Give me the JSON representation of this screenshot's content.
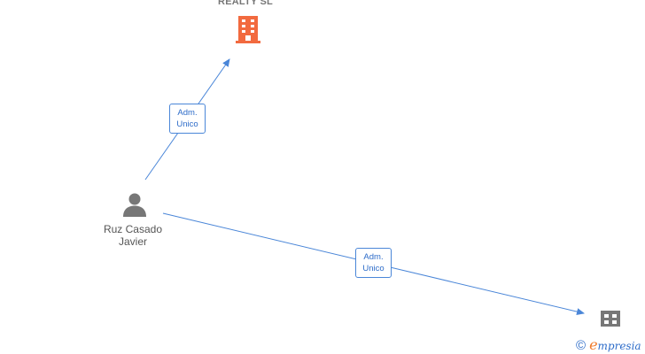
{
  "diagram": {
    "company_top": {
      "name": "REALTY  SL",
      "icon": "building-icon",
      "color": "#f26a3f"
    },
    "company_bottom": {
      "icon": "building-icon",
      "color": "#777777"
    },
    "person": {
      "name_line1": "Ruz Casado",
      "name_line2": "Javier",
      "icon": "person-icon",
      "color": "#777777"
    },
    "edges": [
      {
        "label_line1": "Adm.",
        "label_line2": "Unico"
      },
      {
        "label_line1": "Adm.",
        "label_line2": "Unico"
      }
    ],
    "edge_color": "#4a86d8"
  },
  "brand": {
    "copyright": "©",
    "initial": "e",
    "name_rest": "mpresia"
  }
}
